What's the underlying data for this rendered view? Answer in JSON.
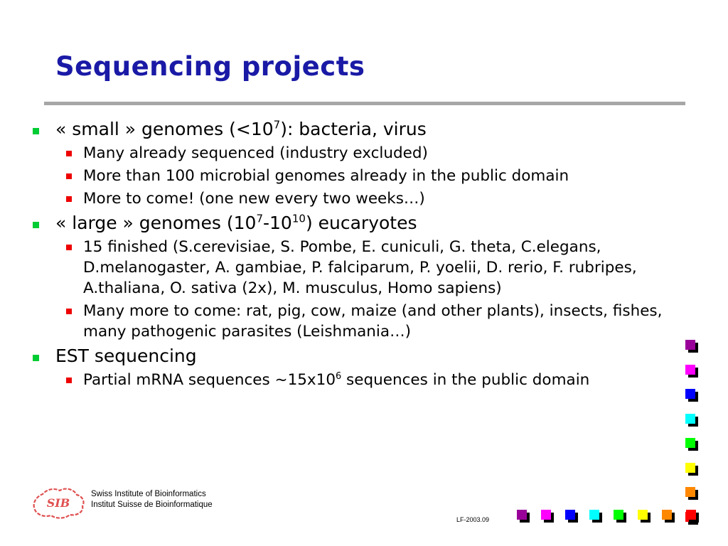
{
  "slide": {
    "title": "Sequencing projects",
    "institute_line1": "Swiss Institute of Bioinformatics",
    "institute_line2": "Institut Suisse de Bioinformatique",
    "footer_code": "LF-2003.09",
    "logo_text": "SIB"
  },
  "items": [
    {
      "pre": "« small » genomes (<10",
      "sup": "7",
      "post": "): bacteria, virus",
      "children": [
        "Many already sequenced (industry excluded)",
        "More than 100 microbial genomes already in the public domain",
        "More to come! (one new every two weeks…)"
      ]
    },
    {
      "pre": "« large » genomes (10",
      "sup": "7",
      "mid": "-10",
      "sup2": "10",
      "post": ") eucaryotes",
      "children": [
        "15 finished (S.cerevisiae, S. Pombe, E. cuniculi, G. theta, C.elegans, D.melanogaster, A. gambiae, P. falciparum, P. yoelii, D. rerio, F. rubripes, A.thaliana, O. sativa (2x), M. musculus, Homo sapiens)",
        "Many more to come: rat, pig, cow, maize (and other plants), insects, fishes, many pathogenic parasites (Leishmania…)"
      ]
    },
    {
      "pre": "EST sequencing",
      "children": []
    }
  ],
  "est_child": {
    "pre": "Partial mRNA sequences  ~15x10",
    "sup": "6",
    "post": " sequences in the public domain"
  },
  "colors": {
    "title": "#1a1aa6",
    "bullet_level1": "#00cc33",
    "bullet_level2": "#ee0000",
    "rule": "#a6a6a6",
    "squares": [
      "#990099",
      "#ff00ff",
      "#0000ff",
      "#00ffff",
      "#00ff00",
      "#ffff00",
      "#ff8800",
      "#ff0000"
    ]
  }
}
